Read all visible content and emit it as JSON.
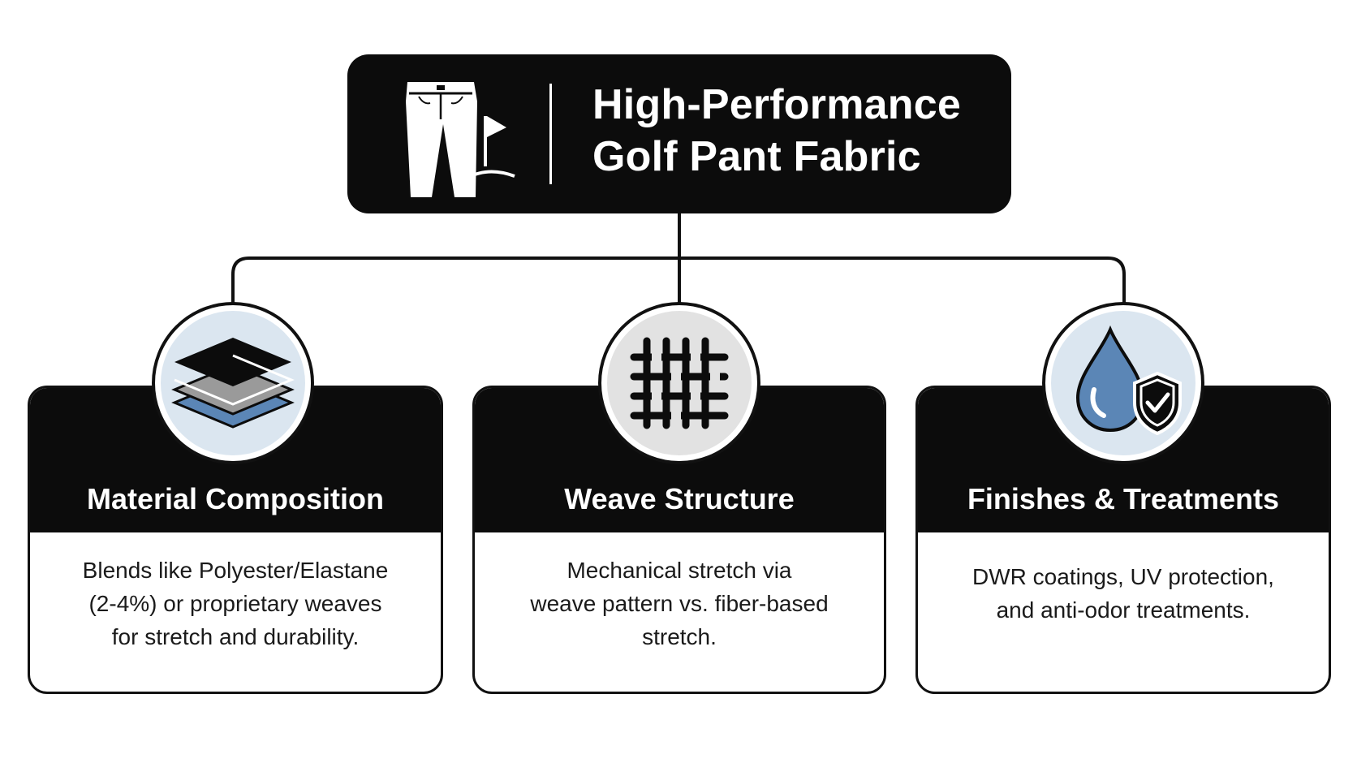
{
  "root": {
    "title_line1": "High-Performance",
    "title_line2": "Golf Pant Fabric",
    "icon": "golf-pants-flag-icon"
  },
  "colors": {
    "dark": "#0c0c0c",
    "white": "#ffffff",
    "badge_blue_bg": "#dbe6f0",
    "badge_gray_bg": "#e2e2e2",
    "accent_blue": "#5b86b6"
  },
  "cards": [
    {
      "title": "Material Composition",
      "icon": "fabric-layers-icon",
      "desc_lines": [
        "Blends like Polyester/Elastane",
        "(2-4%) or proprietary weaves",
        "for stretch and durability."
      ]
    },
    {
      "title": "Weave Structure",
      "icon": "weave-grid-icon",
      "desc_lines": [
        "Mechanical stretch via",
        "weave pattern vs. fiber-based",
        "stretch."
      ]
    },
    {
      "title": "Finishes & Treatments",
      "icon": "water-drop-shield-icon",
      "desc_lines": [
        "DWR coatings, UV protection,",
        "and anti-odor treatments."
      ]
    }
  ]
}
